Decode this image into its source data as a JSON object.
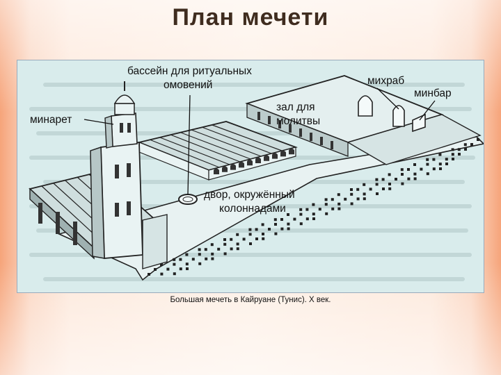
{
  "slide": {
    "title": "План мечети",
    "caption": "Большая мечеть в Кайруане (Тунис). X век."
  },
  "diagram": {
    "labels": {
      "pool_line1": "бассейн для ритуальных",
      "pool_line2": "омовений",
      "minaret": "минарет",
      "hall_line1": "зал для",
      "hall_line2": "молитвы",
      "mihrab": "михраб",
      "minbar": "минбар",
      "court_line1": "двор, окружённый",
      "court_line2": "колоннадами"
    }
  },
  "colors": {
    "background_edge": "#f6a47a",
    "background_center": "#fdf0e6",
    "figure_background": "#d9ecec",
    "title_text": "#3f2c1f"
  }
}
